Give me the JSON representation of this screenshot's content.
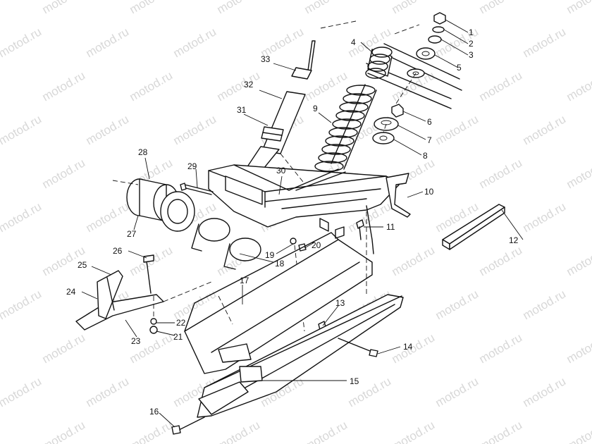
{
  "watermark": "motod.ru",
  "part_numbers": [
    "1",
    "2",
    "3",
    "4",
    "5",
    "6",
    "7",
    "8",
    "9",
    "10",
    "11",
    "12",
    "13",
    "14",
    "15",
    "16",
    "17",
    "18",
    "19",
    "20",
    "21",
    "22",
    "23",
    "24",
    "25",
    "26",
    "27",
    "28",
    "29",
    "30",
    "31",
    "32",
    "33"
  ]
}
